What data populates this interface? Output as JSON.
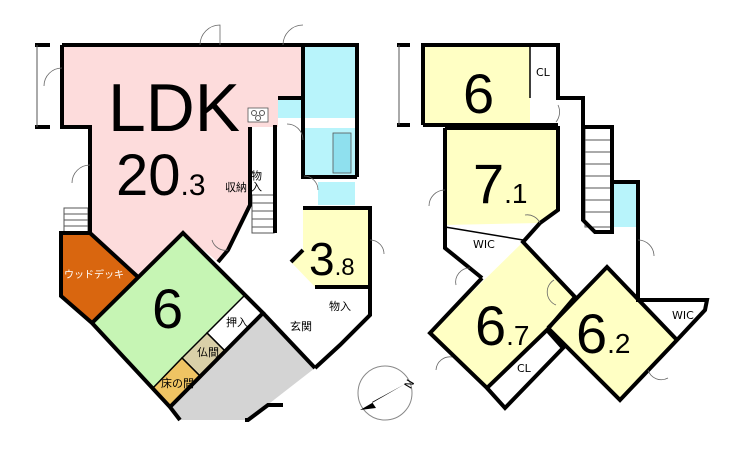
{
  "colors": {
    "ldk": "#fddcdc",
    "washitsu": "#c6f5b4",
    "wood_deck": "#d9660f",
    "bedroom": "#ffffc4",
    "water": "#b8f4fb",
    "porch": "#d4d4d4",
    "butsuma": "#d9d0a8",
    "tokonoma": "#efc463"
  },
  "floor1": {
    "ldk": {
      "name": "LDK",
      "size_main": "20",
      "size_frac": ".3"
    },
    "washitsu": {
      "size_main": "6"
    },
    "room38": {
      "size_main": "3",
      "size_frac": ".8"
    },
    "labels": {
      "wood_deck": "ウッドデッキ",
      "oshiire": "押入",
      "butsuma": "仏間",
      "tokonoma": "床の間",
      "genkan": "玄関",
      "monoire_entry": "物入",
      "monoire_hall": "物入",
      "shuno": "収納"
    }
  },
  "floor2": {
    "room6": {
      "size_main": "6"
    },
    "room71": {
      "size_main": "7",
      "size_frac": ".1"
    },
    "room67": {
      "size_main": "6",
      "size_frac": ".7"
    },
    "room62": {
      "size_main": "6",
      "size_frac": ".2"
    },
    "labels": {
      "cl_top": "CL",
      "wic_left": "WIC",
      "cl_bottom": "CL",
      "wic_right": "WIC"
    }
  },
  "compass": {
    "north": "N"
  }
}
